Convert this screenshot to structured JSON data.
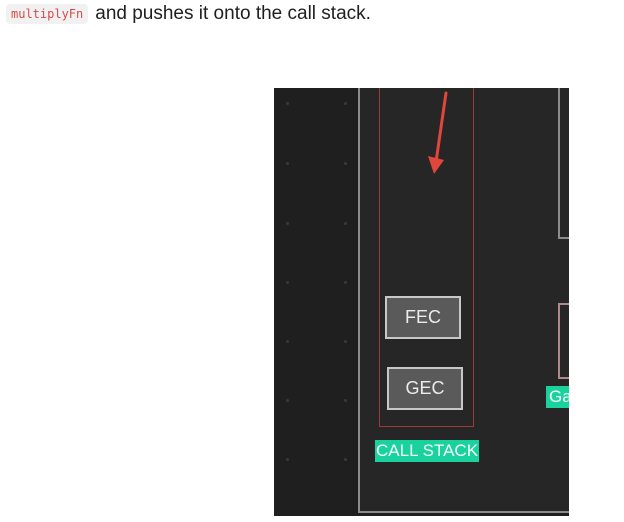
{
  "text": {
    "code_token": "multiplyFn",
    "sentence": "and pushes it onto the call stack."
  },
  "diagram": {
    "frames": [
      "FEC",
      "GEC"
    ],
    "call_stack_label": "CALL STACK",
    "right_label_partial": "Ga",
    "arrow_color": "#e0473c",
    "label_color": "#19d29e"
  }
}
